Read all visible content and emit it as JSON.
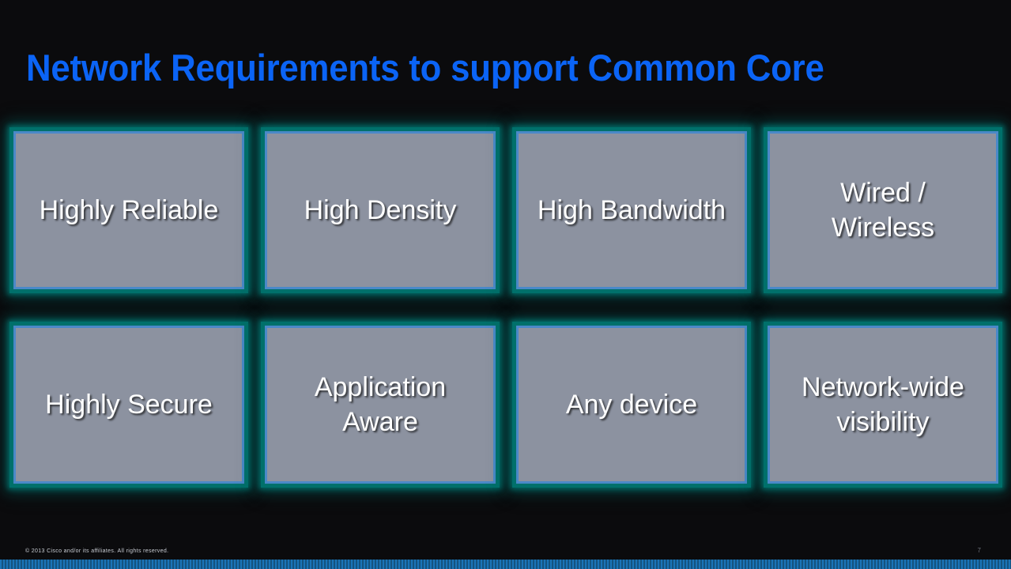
{
  "slide": {
    "title": "Network Requirements to support Common Core",
    "title_color": "#0b64f6",
    "background_color": "#0b0b0d",
    "box_fill_color": "#8c92a0",
    "box_border_color": "#4a89c8",
    "box_glow_color": "#00706b",
    "box_text_color": "#ffffff"
  },
  "rows": [
    {
      "cells": [
        {
          "label": "Highly Reliable"
        },
        {
          "label": "High Density"
        },
        {
          "label": "High Bandwidth"
        },
        {
          "label": "Wired /\nWireless"
        }
      ]
    },
    {
      "cells": [
        {
          "label": "Highly Secure"
        },
        {
          "label": "Application\nAware"
        },
        {
          "label": "Any device"
        },
        {
          "label": "Network-wide\nvisibility"
        }
      ]
    }
  ],
  "footer": {
    "copyright": "© 2013 Cisco and/or its affiliates. All rights reserved.",
    "page_number": "7",
    "bar_color": "#1a74b8"
  }
}
